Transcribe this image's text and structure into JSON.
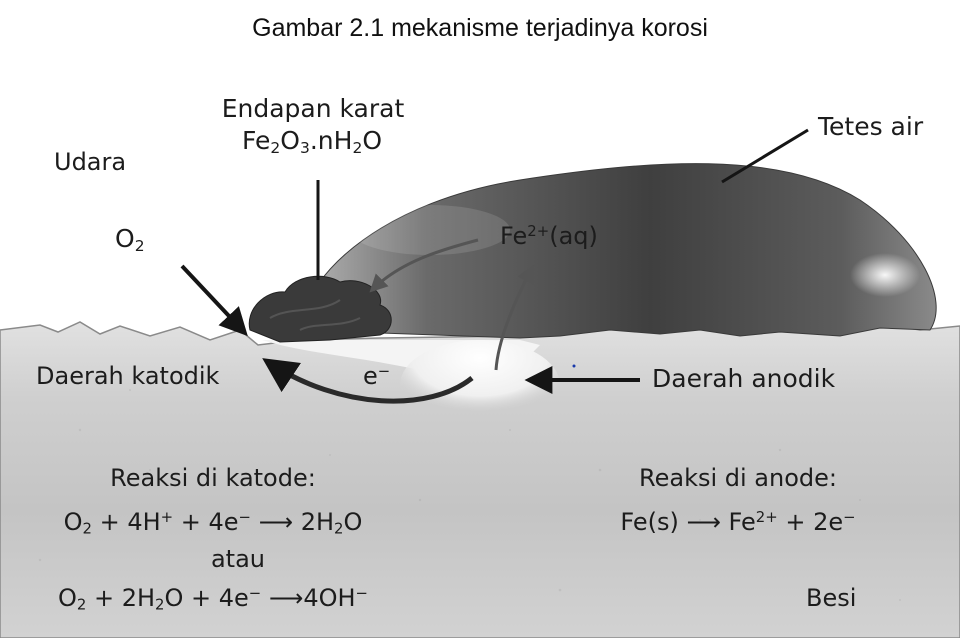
{
  "figure": {
    "title": "Gambar 2.1 mekanisme terjadinya korosi"
  },
  "labels": {
    "udara": "Udara",
    "endapan_karat": "Endapan karat",
    "rust_formula": {
      "fe": "Fe",
      "two": "2",
      "o": "O",
      "three": "3",
      "dot_nh": ".nH",
      "h_sub": "2",
      "o2": "O"
    },
    "oxygen": {
      "o": "O",
      "sub": "2"
    },
    "tetes_air": "Tetes air",
    "ferrous_ion": {
      "fe": "Fe",
      "charge": "2+",
      "state": "(aq)"
    },
    "daerah_katodik": "Daerah katodik",
    "electron": {
      "e": "e",
      "charge": "−"
    },
    "daerah_anodik": "Daerah anodik",
    "besi": "Besi"
  },
  "cathode": {
    "heading": "Reaksi di katode:",
    "eq1": {
      "o": "O",
      "o_sub": "2",
      "plus_4h": " + 4H",
      "h_charge": "+",
      "plus_4e": " +  4e",
      "e_charge": "−",
      "arrow": "⟶",
      "prod_2h": "2H",
      "prod_sub": "2",
      "prod_o": "O"
    },
    "or_word": "atau",
    "eq2": {
      "o": "O",
      "o_sub": "2",
      "plus_2h": " + 2H",
      "h_sub": "2",
      "o_plus_4e": "O + 4e",
      "e_charge": "−",
      "arrow": "⟶",
      "prod": "4OH",
      "prod_charge": "−"
    }
  },
  "anode": {
    "heading": "Reaksi di anode:",
    "eq": {
      "fe_s": "Fe(s) ",
      "arrow": "⟶",
      "fe": " Fe",
      "fe_charge": "2+",
      "plus_2e": " + 2e",
      "e_charge": "−"
    }
  },
  "colors": {
    "metal_light": "#ececec",
    "metal_dark": "#9a9a9a",
    "droplet_dark": "#4a4a4a",
    "droplet_light": "#b5b5b5",
    "rust": "#3c3c3c",
    "arrow": "#151515"
  }
}
